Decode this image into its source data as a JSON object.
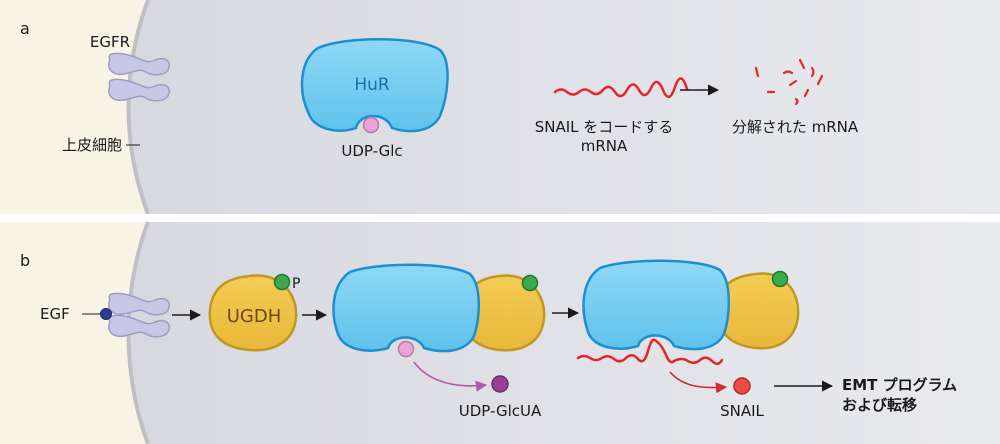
{
  "panel_a": {
    "letter": "a",
    "egfr_label": "EGFR",
    "cell_label": "上皮細胞",
    "hur_label": "HuR",
    "udp_glc_label": "UDP-Glc",
    "snail_mrna_line1": "SNAIL をコードする",
    "snail_mrna_line2": "mRNA",
    "degraded_label": "分解された mRNA"
  },
  "panel_b": {
    "letter": "b",
    "egf_label": "EGF",
    "ugdh_label": "UGDH",
    "phospho_label": "P",
    "udp_glcua_label": "UDP-GlcUA",
    "snail_label": "SNAIL",
    "emt_line1": "EMT プログラム",
    "emt_line2": "および転移"
  },
  "colors": {
    "cytoplasm": "#dcdde3",
    "extracellular": "#f7f4e6",
    "membrane": "#c2c2c6",
    "hur_fill": "#74cdf0",
    "hur_stroke": "#1d8fcf",
    "ugdh_fill": "#f0c040",
    "ugdh_stroke": "#c29623",
    "receptor": "#c6c6e4",
    "phosphate": "#3aaa4a",
    "udp_glc": "#e9a3d6",
    "udp_glcua": "#9a3f97",
    "mrna": "#e2262c",
    "snail_dot": "#f04a45",
    "egf_dot": "#2d3d96"
  }
}
